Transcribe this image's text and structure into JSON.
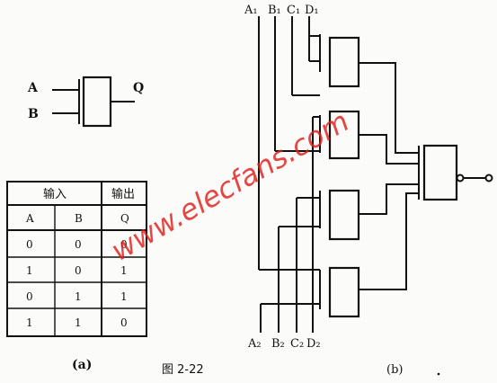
{
  "left_gate": {
    "input_labels": [
      "A",
      "B"
    ],
    "output_label": "Q"
  },
  "truth_table": {
    "group_headers": [
      "输入",
      "输出"
    ],
    "column_headers": [
      "A",
      "B",
      "Q"
    ],
    "rows": [
      [
        "0",
        "0",
        "0"
      ],
      [
        "1",
        "0",
        "1"
      ],
      [
        "0",
        "1",
        "1"
      ],
      [
        "1",
        "1",
        "0"
      ]
    ]
  },
  "right_circuit": {
    "top_labels": [
      "A₁",
      "B₁",
      "C₁",
      "D₁"
    ],
    "bottom_labels": [
      "A₂",
      "B₂",
      "C₂",
      "D₂"
    ]
  },
  "captions": {
    "part_a": "(a)",
    "figure": "图 2-22",
    "part_b": "(b)"
  },
  "watermark": "www.elecfans.com"
}
